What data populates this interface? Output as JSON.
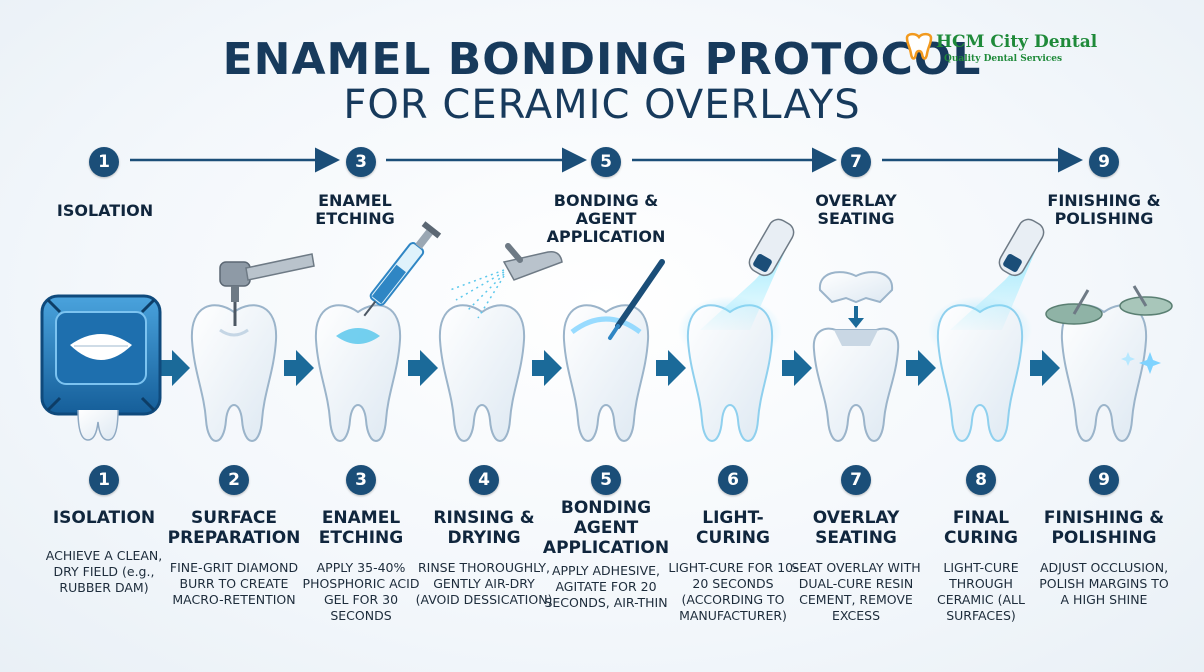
{
  "title": {
    "line1": "ENAMEL BONDING PROTOCOL",
    "line2": "FOR CERAMIC OVERLAYS"
  },
  "logo": {
    "name": "HCM City Dental",
    "tagline": "Quality Dental Services",
    "icon": "tooth-logo-icon"
  },
  "colors": {
    "primary": "#1b4e78",
    "accent": "#2f86c4",
    "glow": "#7fd3ff",
    "logo_green": "#1f8a3a",
    "logo_orange": "#f29a1f"
  },
  "top_row": [
    {
      "number": "1",
      "label": "ISOLATION"
    },
    {
      "number": "3",
      "label": "ENAMEL ETCHING"
    },
    {
      "number": "5",
      "label": "BONDING & AGENT APPLICATION"
    },
    {
      "number": "7",
      "label": "OVERLAY SEATING"
    },
    {
      "number": "9",
      "label": "FINISHING & POLISHING"
    }
  ],
  "steps": [
    {
      "number": "1",
      "title": "ISOLATION",
      "description": "ACHIEVE A CLEAN, DRY FIELD (e.g., RUBBER DAM)",
      "illustration": "rubber-dam-icon"
    },
    {
      "number": "2",
      "title": "SURFACE PREPARATION",
      "description": "FINE-GRIT DIAMOND BURR TO CREATE MACRO-RETENTION",
      "illustration": "dental-drill-icon"
    },
    {
      "number": "3",
      "title": "ENAMEL ETCHING",
      "description": "APPLY 35-40% PHOSPHORIC ACID GEL FOR 30 SECONDS",
      "illustration": "syringe-icon"
    },
    {
      "number": "4",
      "title": "RINSING & DRYING",
      "description": "RINSE THOROUGHLY, GENTLY AIR-DRY (AVOID DESSICATION)",
      "illustration": "air-water-spray-icon"
    },
    {
      "number": "5",
      "title": "BONDING AGENT APPLICATION",
      "description": "APPLY ADHESIVE, AGITATE FOR 20 SECONDS, AIR-THIN",
      "illustration": "brush-applicator-icon"
    },
    {
      "number": "6",
      "title": "LIGHT-CURING",
      "description": "LIGHT-CURE FOR 10-20 SECONDS (ACCORDING TO MANUFACTURER)",
      "illustration": "curing-light-icon"
    },
    {
      "number": "7",
      "title": "OVERLAY SEATING",
      "description": "SEAT OVERLAY WITH DUAL-CURE RESIN CEMENT, REMOVE EXCESS",
      "illustration": "ceramic-overlay-icon"
    },
    {
      "number": "8",
      "title": "FINAL CURING",
      "description": "LIGHT-CURE THROUGH CERAMIC (ALL SURFACES)",
      "illustration": "curing-light-icon"
    },
    {
      "number": "9",
      "title": "FINISHING & POLISHING",
      "description": "ADJUST OCCLUSION, POLISH MARGINS TO A HIGH SHINE",
      "illustration": "polishing-disc-icon"
    }
  ]
}
